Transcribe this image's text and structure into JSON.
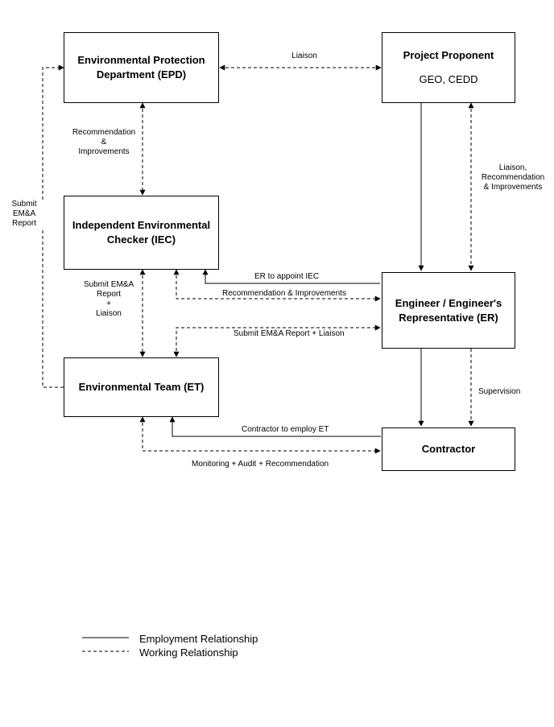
{
  "nodes": {
    "epd": {
      "title_line1": "Environmental Protection",
      "title_line2": "Department (EPD)"
    },
    "proponent": {
      "title": "Project Proponent",
      "subtitle": "GEO, CEDD"
    },
    "iec": {
      "title_line1": "Independent Environmental",
      "title_line2": "Checker (IEC)"
    },
    "er": {
      "title_line1": "Engineer / Engineer's",
      "title_line2": "Representative (ER)"
    },
    "et": {
      "title": "Environmental Team (ET)"
    },
    "contractor": {
      "title": "Contractor"
    }
  },
  "labels": {
    "liaison": "Liaison",
    "rec_line1": "Recommendation",
    "rec_line2": "&",
    "rec_line3": "Improvements",
    "submit_left_line1": "Submit",
    "submit_left_line2": "EM&A",
    "submit_left_line3": "Report",
    "liaison_right_line1": "Liaison,",
    "liaison_right_line2": "Recommendation",
    "liaison_right_line3": "& Improvements",
    "submit_mid_line1": "Submit EM&A",
    "submit_mid_line2": "Report",
    "submit_mid_line3": "+",
    "submit_mid_line4": "Liaison",
    "er_appoint_iec": "ER to appoint IEC",
    "rec_improvements": "Recommendation & Improvements",
    "submit_report_liaison": "Submit EM&A Report + Liaison",
    "supervision": "Supervision",
    "contractor_employ_et": "Contractor to employ ET",
    "monitoring": "Monitoring + Audit + Recommendation"
  },
  "legend": {
    "employment": "Employment Relationship",
    "working": "Working Relationship"
  }
}
